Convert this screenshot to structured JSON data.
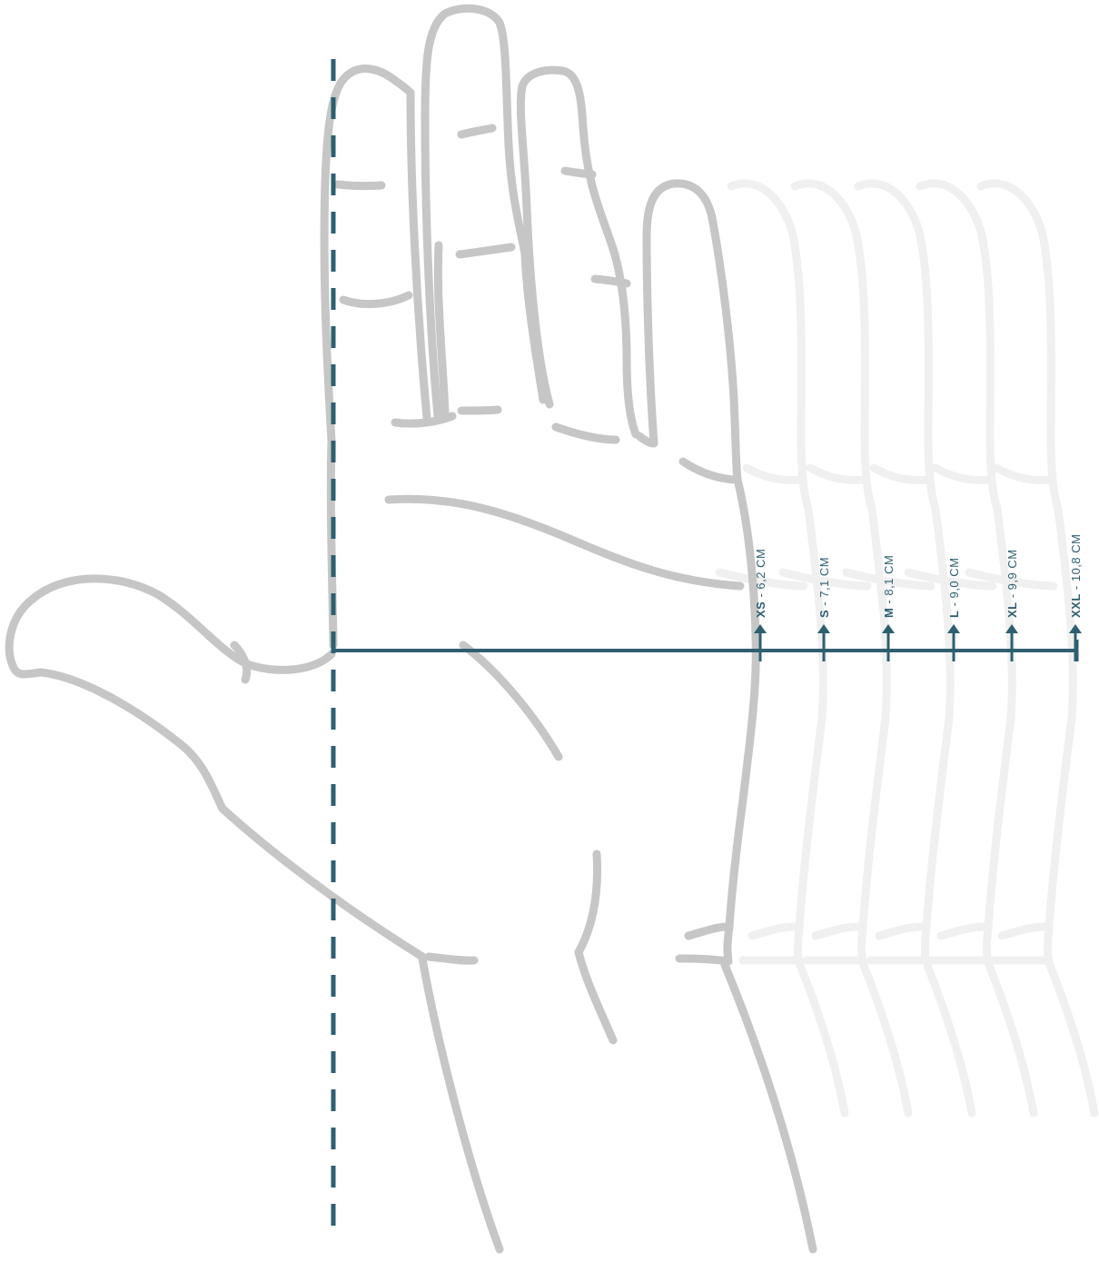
{
  "colors": {
    "hand_outline": "#c6c6c6",
    "ghost_outline": "#f0f0f0",
    "measure_line": "#2e5f70"
  },
  "sizes": [
    {
      "code": "XS",
      "measure": " - 6,2 CM"
    },
    {
      "code": "S",
      "measure": " - 7,1 CM"
    },
    {
      "code": "M",
      "measure": " - 8,1 CM"
    },
    {
      "code": "L",
      "measure": " - 9,0 CM"
    },
    {
      "code": "XL",
      "measure": " - 9,9 CM"
    },
    {
      "code": "XXL",
      "measure": " - 10,8 CM"
    }
  ]
}
